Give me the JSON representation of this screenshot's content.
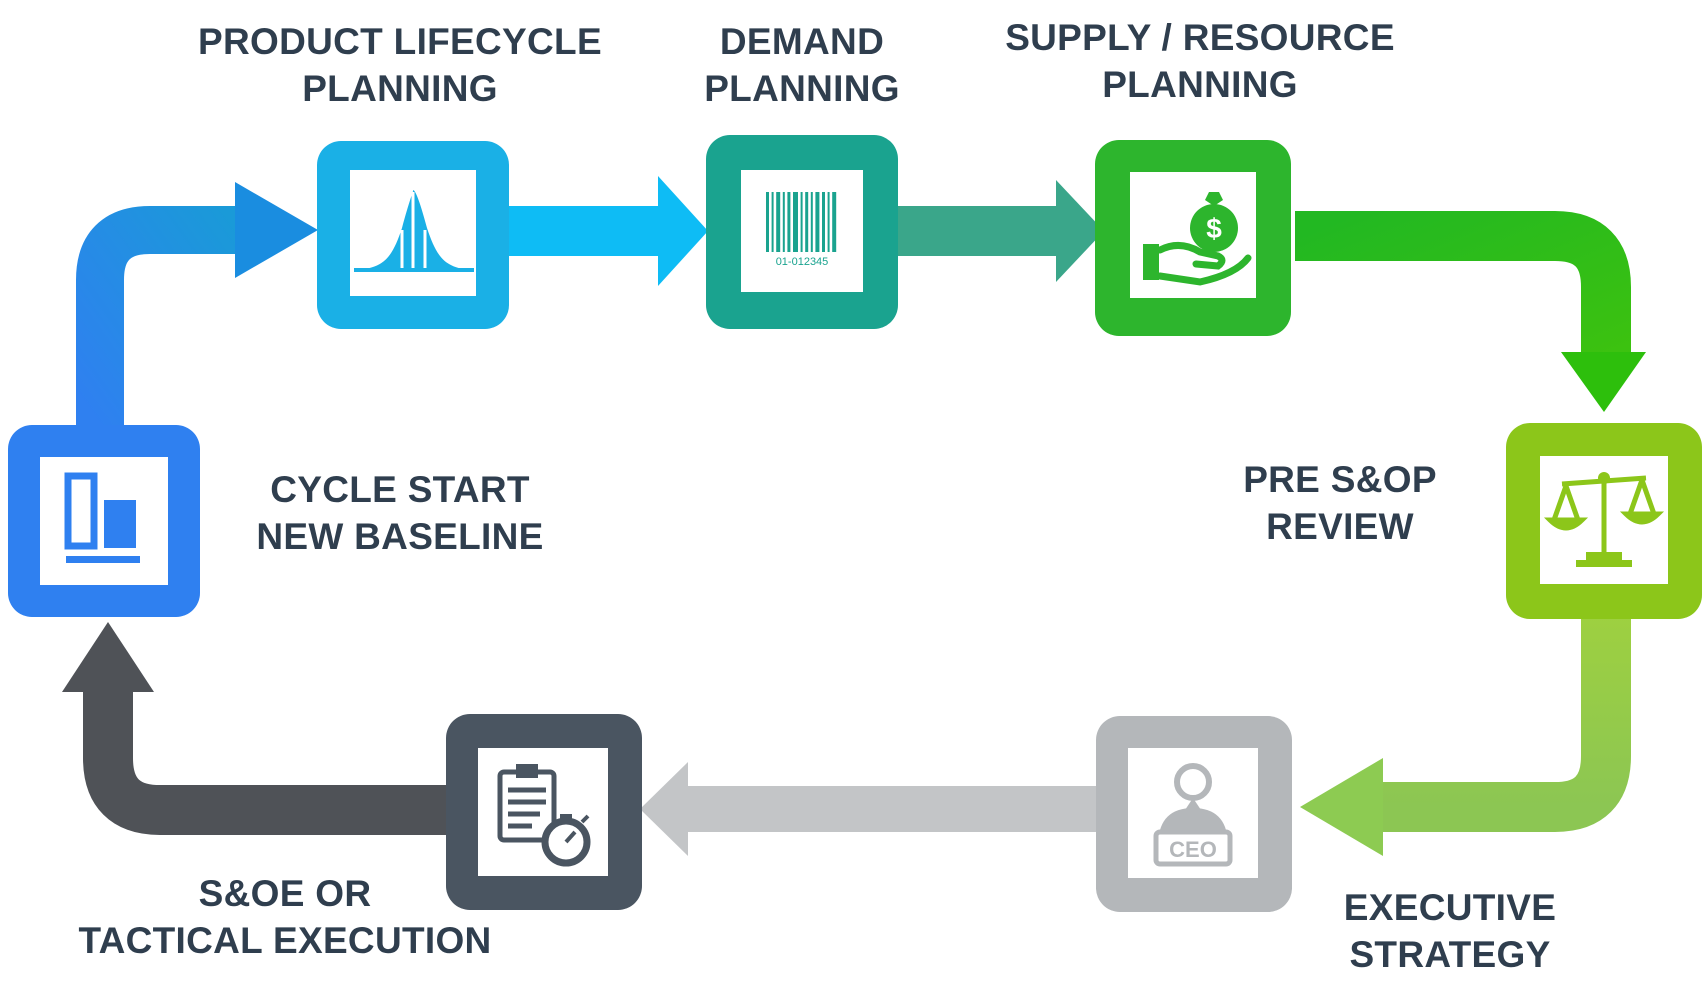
{
  "steps": [
    {
      "id": "cycle-start",
      "lines": [
        "CYCLE START",
        "NEW BASELINE"
      ],
      "color": "#2f80f0",
      "icon": "bar-chart-icon"
    },
    {
      "id": "product-lifecycle",
      "lines": [
        "PRODUCT LIFECYCLE",
        "PLANNING"
      ],
      "color": "#1ab0e6",
      "icon": "bell-curve-icon"
    },
    {
      "id": "demand",
      "lines": [
        "DEMAND",
        "PLANNING"
      ],
      "color": "#1aa38f",
      "icon": "barcode-icon",
      "icon_text": "01-012345"
    },
    {
      "id": "supply",
      "lines": [
        "SUPPLY / RESOURCE",
        "PLANNING"
      ],
      "color": "#2db52d",
      "icon": "money-bag-hand-icon"
    },
    {
      "id": "pre-sop",
      "lines": [
        "PRE S&OP",
        "REVIEW"
      ],
      "color": "#8cc61a",
      "icon": "scales-icon"
    },
    {
      "id": "executive",
      "lines": [
        "EXECUTIVE",
        "STRATEGY"
      ],
      "color": "#b4b7ba",
      "icon": "ceo-person-icon",
      "icon_text": "CEO"
    },
    {
      "id": "tactical",
      "lines": [
        "S&OE OR",
        "TACTICAL EXECUTION"
      ],
      "color": "#4a5561",
      "icon": "clipboard-stopwatch-icon"
    }
  ]
}
